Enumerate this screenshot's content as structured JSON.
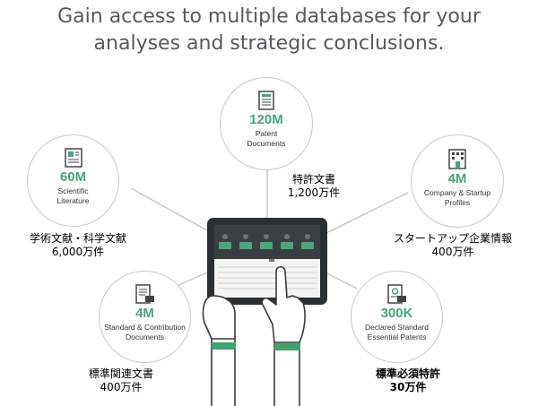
{
  "headline": {
    "line1": "Gain access to multiple databases for your",
    "line2": "analyses and strategic conclusions."
  },
  "nodes": {
    "patent": {
      "value": "120M",
      "label1": "Patent",
      "label2": "Documents",
      "jp1": "特許文書",
      "jp2": "1,200万件"
    },
    "literature": {
      "value": "60M",
      "label1": "Scientific",
      "label2": "Literature",
      "jp1": "学術文献・科学文献",
      "jp2": "6,000万件"
    },
    "company": {
      "value": "4M",
      "label1": "Company & Startup",
      "label2": "Profiles",
      "jp1": "スタートアップ企業情報",
      "jp2": "400万件"
    },
    "standard": {
      "value": "4M",
      "label1": "Standard & Contribution",
      "label2": "Documents",
      "jp1": "標準関連文書",
      "jp2": "400万件"
    },
    "sep": {
      "value": "300K",
      "label1": "Declared Standard",
      "label2": "Essential Patents",
      "jp1": "標準必須特許",
      "jp2": "30万件"
    }
  },
  "colors": {
    "accent": "#4aa57a",
    "line": "#c9c9c9",
    "tablet": "#2b2f33",
    "cuff": "#3fa36b"
  }
}
